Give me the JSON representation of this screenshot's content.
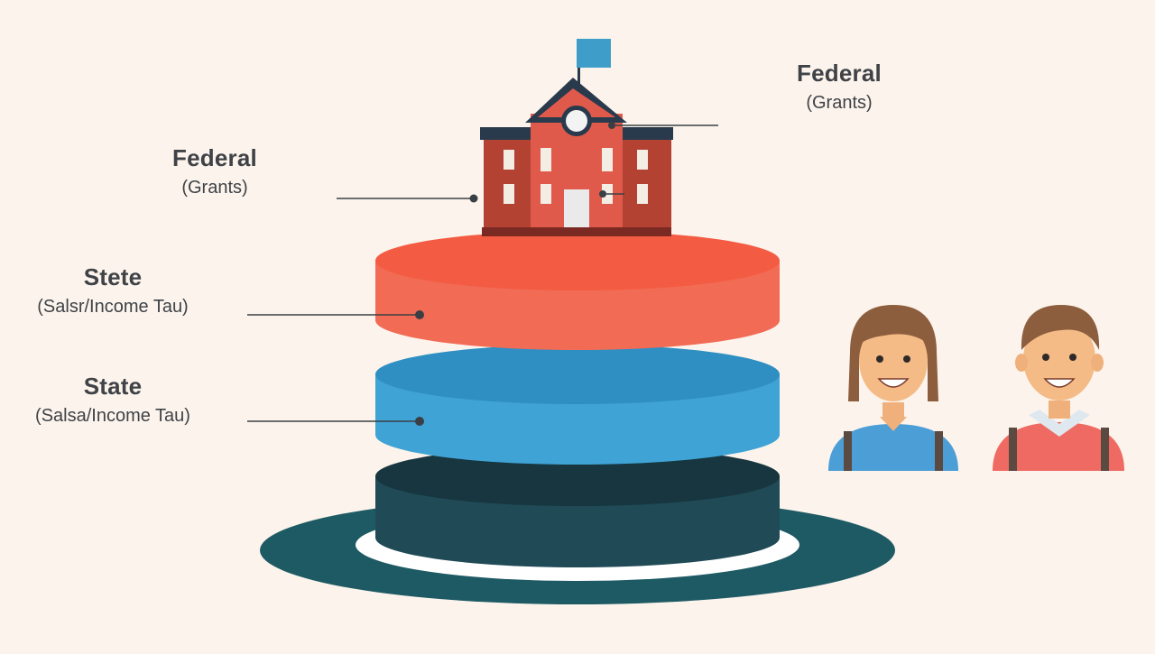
{
  "labels": {
    "federal_right": {
      "title": "Federal",
      "subtitle": "(Grants)"
    },
    "federal_left": {
      "title": "Federal",
      "subtitle": "(Grants)"
    },
    "state_top": {
      "title": "Stete",
      "subtitle": "(Salsr/Income Tau)"
    },
    "state_bottom": {
      "title": "State",
      "subtitle": "(Salsa/Income Tau)"
    }
  },
  "colors": {
    "background": "#fcf4ec",
    "tier_top": "#f26b55",
    "tier_middle": "#3fa3d6",
    "tier_bottom": "#1f4a56",
    "base_plate": "#1e5a64",
    "school_brick": "#c1493a",
    "school_roof": "#283a4c",
    "flag": "#3f9ec9",
    "leader_line": "#3a3f45"
  },
  "icons": [
    "school-building-icon",
    "flag-icon",
    "clock-icon",
    "girl-avatar-icon",
    "boy-avatar-icon"
  ]
}
